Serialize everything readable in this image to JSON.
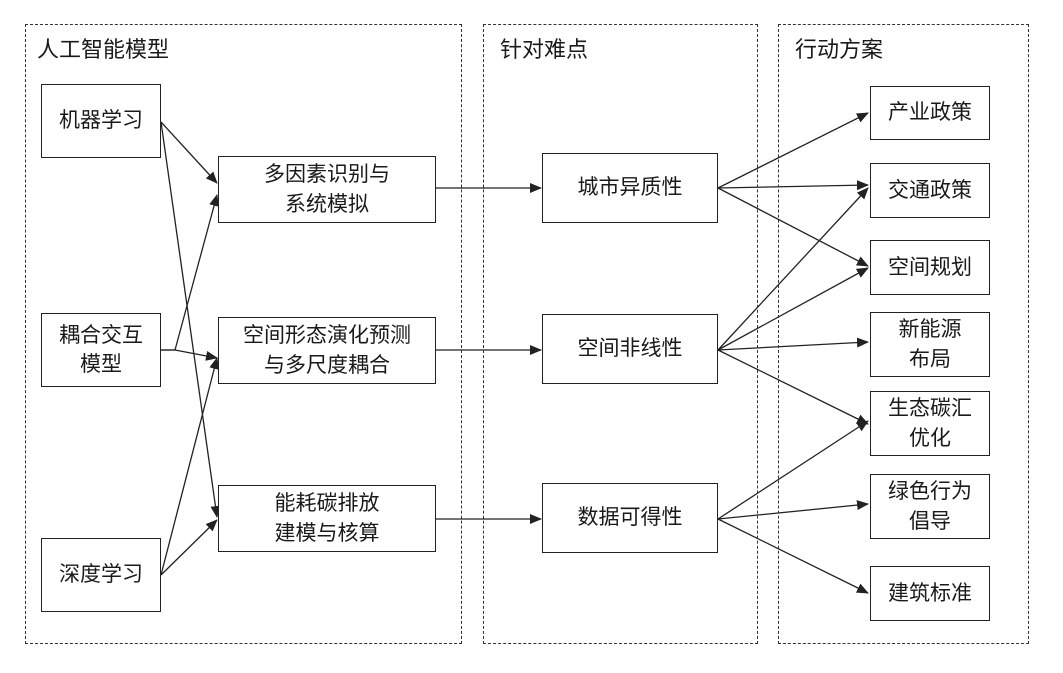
{
  "groups": {
    "ai_models": {
      "title": "人工智能模型"
    },
    "difficulties": {
      "title": "针对难点"
    },
    "actions": {
      "title": "行动方案"
    }
  },
  "methods": [
    {
      "line1": "机器学习",
      "line2": ""
    },
    {
      "line1": "耦合交互",
      "line2": "模型"
    },
    {
      "line1": "深度学习",
      "line2": ""
    }
  ],
  "tasks": [
    {
      "line1": "多因素识别与",
      "line2": "系统模拟"
    },
    {
      "line1": "空间形态演化预测",
      "line2": "与多尺度耦合"
    },
    {
      "line1": "能耗碳排放",
      "line2": "建模与核算"
    }
  ],
  "difficulties": [
    {
      "line1": "城市异质性"
    },
    {
      "line1": "空间非线性"
    },
    {
      "line1": "数据可得性"
    }
  ],
  "actions": [
    {
      "line1": "产业政策",
      "line2": ""
    },
    {
      "line1": "交通政策",
      "line2": ""
    },
    {
      "line1": "空间规划",
      "line2": ""
    },
    {
      "line1": "新能源",
      "line2": "布局"
    },
    {
      "line1": "生态碳汇",
      "line2": "优化"
    },
    {
      "line1": "绿色行为",
      "line2": "倡导"
    },
    {
      "line1": "建筑标准",
      "line2": ""
    }
  ]
}
